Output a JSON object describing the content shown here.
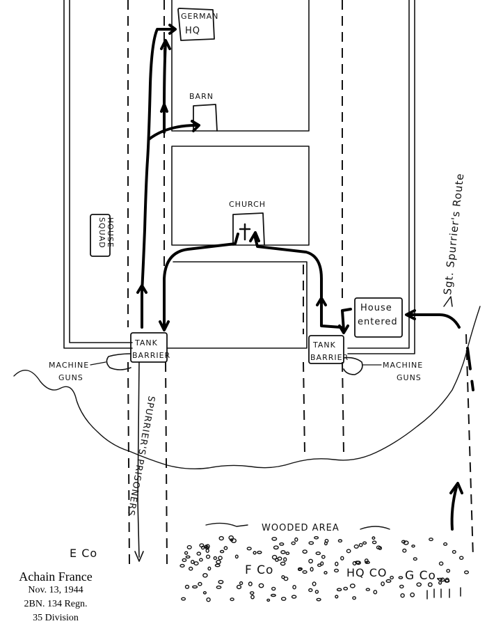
{
  "labels": {
    "german_hq_line1": "GERMAN",
    "german_hq_line2": "HQ",
    "barn": "BARN",
    "church": "CHURCH",
    "squad_house_line1": "SQUAD",
    "squad_house_line2": "HOUSE",
    "house_entered_line1": "House",
    "house_entered_line2": "entered",
    "tank_barrier_line1": "TANK",
    "tank_barrier_line2": "BARRIER",
    "machine_guns_line1": "MACHINE",
    "machine_guns_line2": "GUNS",
    "spurrier_prisoners": "SPURRIER'S PRISONERS",
    "spurrier_route": "Sgt. Spurrier's Route",
    "wooded_area": "WOODED AREA",
    "e_co": "E Co",
    "f_co": "F Co",
    "hq_co": "HQ CO",
    "g_co": "G Co."
  },
  "caption": {
    "title": "Achain France",
    "date": "Nov. 13, 1944",
    "unit": "2BN. 134 Regn.",
    "division": "35 Division"
  }
}
